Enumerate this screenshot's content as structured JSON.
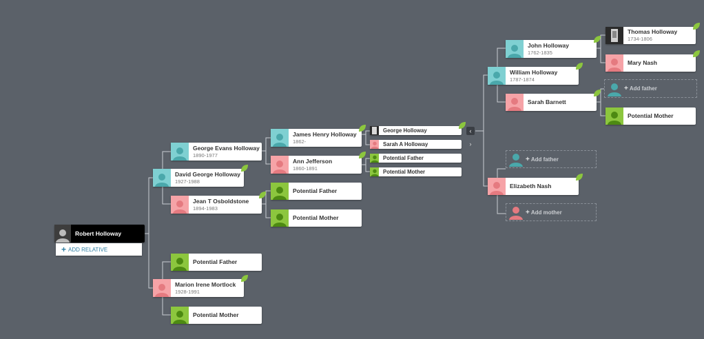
{
  "root": {
    "name": "Robert Holloway",
    "add_relative": "ADD RELATIVE"
  },
  "people": {
    "george_evans": {
      "name": "George Evans Holloway",
      "dates": "1890-1977"
    },
    "david_george": {
      "name": "David George Holloway",
      "dates": "1927-1988"
    },
    "jean_t": {
      "name": "Jean T Osboldstone",
      "dates": "1894-1983"
    },
    "marion_irene": {
      "name": "Marion Irene Mortlock",
      "dates": "1928-1991"
    },
    "james_henry": {
      "name": "James Henry Holloway",
      "dates": "1862-"
    },
    "ann_jefferson": {
      "name": "Ann Jefferson",
      "dates": "1860-1891"
    },
    "george_h": {
      "name": "George Holloway"
    },
    "sarah_a": {
      "name": "Sarah A Holloway"
    },
    "john": {
      "name": "John Holloway",
      "dates": "1762-1835"
    },
    "william": {
      "name": "William Holloway",
      "dates": "1787-1874"
    },
    "sarah_barnett": {
      "name": "Sarah Barnett"
    },
    "elizabeth_nash": {
      "name": "Elizabeth Nash"
    },
    "thomas": {
      "name": "Thomas Holloway",
      "dates": "1734-1806"
    },
    "mary_nash": {
      "name": "Mary Nash"
    }
  },
  "labels": {
    "potential_father": "Potential Father",
    "potential_mother": "Potential Mother",
    "add_father": "Add father",
    "add_mother": "Add mother",
    "plus": "+"
  },
  "nav": {
    "prev": "‹",
    "next": "›"
  },
  "colors": {
    "background": "#5b6169",
    "male": "#7fd0d2",
    "female": "#f6a3a7",
    "potential": "#8cc63e",
    "leaf": "#8cc63e",
    "link": "#2d7ea3"
  }
}
